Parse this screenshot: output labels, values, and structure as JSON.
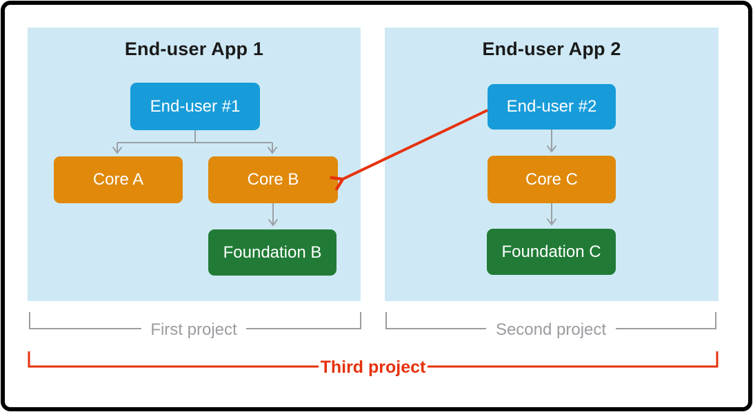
{
  "panels": [
    {
      "title": "End-user App 1"
    },
    {
      "title": "End-user App 2"
    }
  ],
  "nodes": [
    {
      "id": "end-user-1",
      "label": "End-user #1",
      "type": "end-user"
    },
    {
      "id": "core-a",
      "label": "Core A",
      "type": "core"
    },
    {
      "id": "core-b",
      "label": "Core B",
      "type": "core"
    },
    {
      "id": "foundation-b",
      "label": "Foundation B",
      "type": "foundation"
    },
    {
      "id": "end-user-2",
      "label": "End-user #2",
      "type": "end-user"
    },
    {
      "id": "core-c",
      "label": "Core C",
      "type": "core"
    },
    {
      "id": "foundation-c",
      "label": "Foundation C",
      "type": "foundation"
    }
  ],
  "edges": [
    {
      "from": "end-user-1",
      "to": "core-a",
      "style": "hierarchy"
    },
    {
      "from": "end-user-1",
      "to": "core-b",
      "style": "hierarchy"
    },
    {
      "from": "core-b",
      "to": "foundation-b",
      "style": "hierarchy"
    },
    {
      "from": "end-user-2",
      "to": "core-c",
      "style": "hierarchy"
    },
    {
      "from": "core-c",
      "to": "foundation-c",
      "style": "hierarchy"
    },
    {
      "from": "end-user-2",
      "to": "core-b",
      "style": "cross-project-dependency"
    }
  ],
  "brackets": [
    {
      "label": "First project"
    },
    {
      "label": "Second project"
    },
    {
      "label": "Third project"
    }
  ],
  "colors": {
    "panel_bg": "#cee9f5",
    "end_user_node": "#189cd9",
    "core_node": "#e0890b",
    "foundation_node": "#217b36",
    "connector_gray": "#9aa0a5",
    "bracket_gray": "#9b9ba0",
    "accent_red": "#e6320d",
    "frame_border": "#000000"
  }
}
